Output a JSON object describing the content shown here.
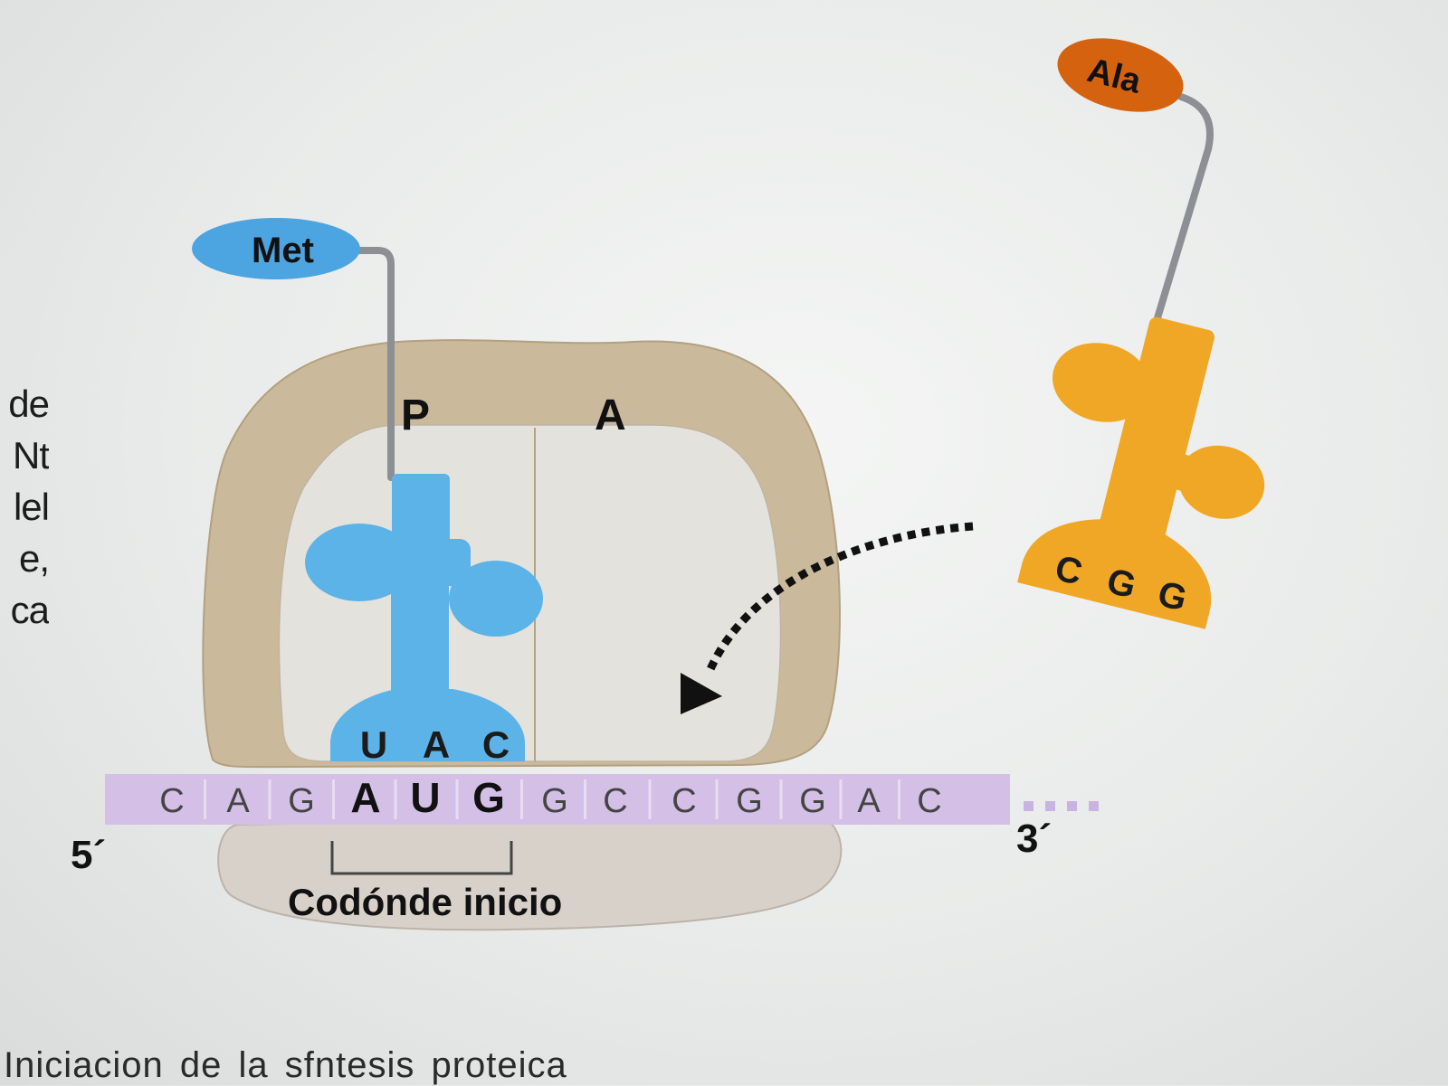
{
  "side_text": [
    "de",
    "Nt",
    "lel",
    "e,",
    "ca"
  ],
  "ribosome": {
    "p_site_label": "P",
    "a_site_label": "A"
  },
  "trna_met": {
    "amino_acid": "Met",
    "anticodon": [
      "U",
      "A",
      "C"
    ],
    "color": "#5cb3e8"
  },
  "trna_ala": {
    "amino_acid": "Ala",
    "anticodon": [
      "C",
      "G",
      "G"
    ],
    "color": "#f0a726"
  },
  "mrna": {
    "bases": [
      "C",
      "A",
      "G",
      "A",
      "U",
      "G",
      "G",
      "C",
      "C",
      "G",
      "G",
      "A",
      "C"
    ],
    "bold_bases": [
      3,
      4,
      5
    ],
    "five_prime_label": "5´",
    "three_prime_label": "3´",
    "color": "#d4bfe6"
  },
  "start_codon_label": "Codónde inicio",
  "caption": "Iniciacion de la sfntesis proteica"
}
